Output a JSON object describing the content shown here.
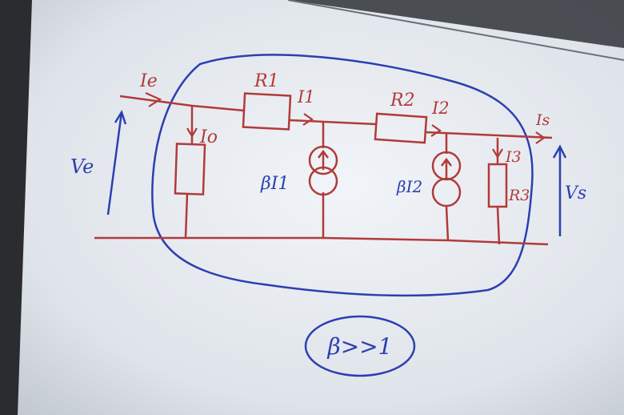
{
  "labels": {
    "input_current": "Ie",
    "input_voltage": "Ve",
    "branch_current": "Io",
    "r1": "R1",
    "i1": "I1",
    "source1": "βI1",
    "r2": "R2",
    "i2": "I2",
    "source2": "βI2",
    "i3": "I3",
    "r3": "R3",
    "output_current": "Is",
    "output_voltage": "Vs",
    "condition": "β>>1"
  },
  "colors": {
    "wire": "#b23a3a",
    "ink_blue": "#2c3fb0",
    "board": "#e9edf2",
    "frame": "#2a2c30"
  }
}
